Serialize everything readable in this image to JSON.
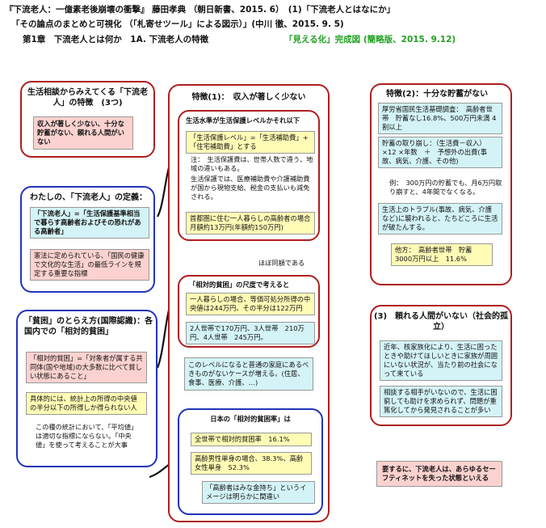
{
  "header": {
    "line1": "『下流老人：一億素老後崩壊の衝撃』 藤田孝典 （朝日新書、2015. 6）　(1)「下流老人とはなにか」",
    "line2": "「その論点のまとめと可視化 （「札寄せツール」による図示）」(中川 徹、2015. 9. 5)",
    "line3": "第1章　下流老人とは何か　1A. 下流老人の特徴",
    "line3_right": "「見える化」完成図 (簡略版、2015. 9.12)"
  },
  "left": {
    "box1": {
      "title": "生活相談からみえてくる「下流老人」の特徴　(3つ)",
      "pink": "収入が著しく少ない、十分な貯蓄がない、頼れる人間がいない"
    },
    "box2": {
      "title": "わたしの、「下流老人」の定義：",
      "cyan": "「下流老人」=「生活保護基準相当で暮らす高齢者およびその恐れがある高齢者」",
      "pink": "憲法に定められている、「国民の健康で文化的な生活」の最低ラインを規定する重要な指標"
    },
    "box3": {
      "title": "「貧困」のとらえ方(国際認識)：各国内での「相対的貧困」",
      "pink": "「相対的貧困」=「対象者が属する共同体(国や地域)の大多数に比べて貧しい状態にあること」",
      "yellow": "具体的には、統計上の所得の中央値の半分以下の所得しか得られない人",
      "note": "この種の統計において、「平均値」は適切な指標にならない。「中央値」を使って考えることが大事"
    }
  },
  "center": {
    "title": "特徴(1)：　収入が著しく少ない",
    "sub1": {
      "title": "生活水準が生活保護レベルかそれ以下",
      "yellow": "「生活保護レベル」=「生活補助費」+「住宅補助費」とする",
      "note1": "注：　生活保護費は、世帯人数で違う、地域の違いもある。",
      "note2": "生活保護では、医療補助費や介護補助費が国から現物支給、税金の支払いも減免される。",
      "yellow2": "首都圏に住む一人暮らしの高齢者の場合月額約13万円(年額約150万円)"
    },
    "link": "ほぼ同額である",
    "sub2": {
      "title": "「相対的貧困」の尺度で考えると",
      "yellow": "一人暮らしの場合、等価可処分所得の中央値は244万円、その半分は122万円",
      "cyan": "2人世帯で170万円、3人世帯　210万円、4人世帯　245万円。"
    },
    "cyan_note": "このレベルになると普通の家庭にあるべきものがないケースが増える。(住居、食事、医療、介護、…)",
    "sub3": {
      "title": "日本の「相対的貧困率」は",
      "yellow1": "全世帯で相対的貧困率　16.1%",
      "yellow2": "高齢男性単身の場合、38.3%、高齢女性単身　52.3%",
      "cyan": "「高齢者はみな金持ち」というイメージは明らかに間違い"
    }
  },
  "right": {
    "box1": {
      "title": "特徴(2)：十分な貯蓄がない",
      "cyan1": "厚労省国民生活基礎調査：　高齢者世帯　貯蓄なし16.8%、500万円未満 4割以上",
      "cyan2": "貯蓄の取り崩し：（生活費－収入）×12 ×年数　＋　予想外の出費(事故、病気、介護、その他)",
      "note": "例：　300万円の貯蓄でも、月6万円取り崩すと、4年間でなくなる。",
      "cyan3": "生活上のトラブル(事故、病気、介護など)に襲われると、たちどころに生活が破たんする。",
      "yellow": "他方：　高齢者世帯　貯蓄　3000万円以上　11.6%"
    },
    "box2": {
      "title": "(3)　頼れる人間がいない（社会的孤立）",
      "cyan1": "近年、核家族化により、生活に困ったときや助けてほしいときに家族が周囲にいない状況が、当たり前の社会になって来ている",
      "cyan2": "相談する相手がいないので、生活に困窮しても助けを求められず、問題が重篤化してから発見されることが多い"
    },
    "summary": "要するに、下流老人は、あらゆるセーフティネットを失った状態といえる"
  },
  "colors": {
    "red_border": "#b01f1f",
    "blue_border": "#2233bb",
    "accent_green": "#22a022"
  }
}
